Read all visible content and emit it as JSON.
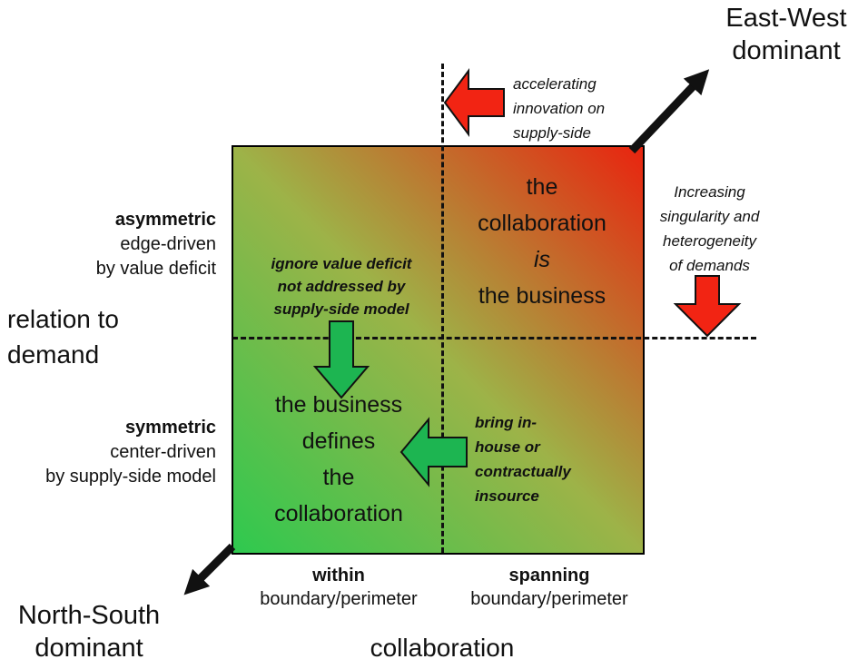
{
  "colors": {
    "gradient_green": "#2ec94f",
    "gradient_mid_olive": "#9db348",
    "gradient_red": "#e9240f",
    "block_arrow_red": "#f22413",
    "block_arrow_green": "#1db551",
    "line_black": "#111111"
  },
  "corners": {
    "east_west": "East-West\ndominant",
    "north_south": "North-South\ndominant"
  },
  "left_axis": {
    "title": "relation to\ndemand",
    "upper_bold": "asymmetric",
    "upper_rest": "edge-driven\nby value deficit",
    "lower_bold": "symmetric",
    "lower_rest": "center-driven\nby supply-side model"
  },
  "bottom_axis": {
    "title": "collaboration",
    "left_bold": "within",
    "left_rest": "boundary/perimeter",
    "right_bold": "spanning",
    "right_rest": "boundary/perimeter"
  },
  "quadrants": {
    "top_right": {
      "l1": "the",
      "l2": "collaboration",
      "l3": "is",
      "l4": "the business"
    },
    "bottom_left": {
      "l1": "the business",
      "l2": "defines",
      "l3": "the",
      "l4": "collaboration"
    }
  },
  "annotations": {
    "supply_side": "accelerating\ninnovation on\nsupply-side",
    "demands": "Increasing\nsingularity and\nheterogeneity\nof demands",
    "ignore_deficit": "ignore value deficit\nnot addressed by\nsupply-side model",
    "insource": "bring in-\nhouse or\ncontractually\ninsource"
  }
}
